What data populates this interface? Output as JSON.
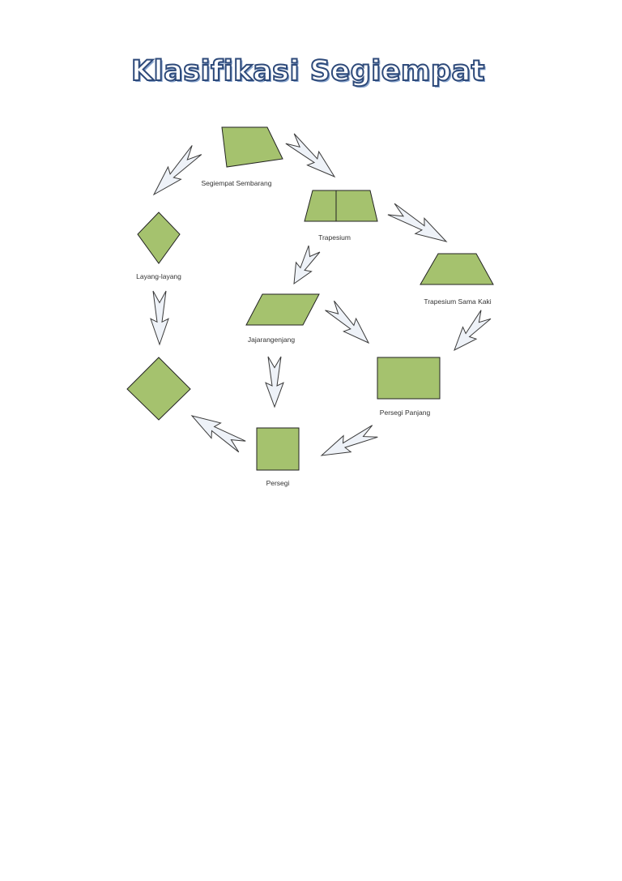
{
  "title": "Klasifikasi Segiempat",
  "shapes": {
    "segiempat_sembarang": "Segiempat Sembarang",
    "trapesium": "Trapesium",
    "layang_layang": "Layang-layang",
    "trapesium_sama_kaki": "Trapesium Sama Kaki",
    "jajarangenjang": "Jajarangenjang",
    "persegi_panjang": "Persegi Panjang",
    "persegi": "Persegi",
    "belah_ketupat": ""
  },
  "relations": [
    {
      "from": "Segiempat Sembarang",
      "to": "Layang-layang"
    },
    {
      "from": "Segiempat Sembarang",
      "to": "Trapesium"
    },
    {
      "from": "Trapesium",
      "to": "Trapesium Sama Kaki"
    },
    {
      "from": "Trapesium",
      "to": "Jajarangenjang"
    },
    {
      "from": "Layang-layang",
      "to": "belah ketupat"
    },
    {
      "from": "Jajarangenjang",
      "to": "Persegi Panjang"
    },
    {
      "from": "Jajarangenjang",
      "to": "Persegi"
    },
    {
      "from": "Trapesium Sama Kaki",
      "to": "Persegi Panjang"
    },
    {
      "from": "Persegi Panjang",
      "to": "Persegi"
    },
    {
      "from": "Persegi",
      "to": "belah ketupat"
    }
  ],
  "colors": {
    "shape_fill": "#a5c26e",
    "shape_stroke": "#222222",
    "arrow_fill": "#eef2f8",
    "arrow_stroke": "#3a3a3a",
    "title_outline": "#2e4a7a"
  }
}
